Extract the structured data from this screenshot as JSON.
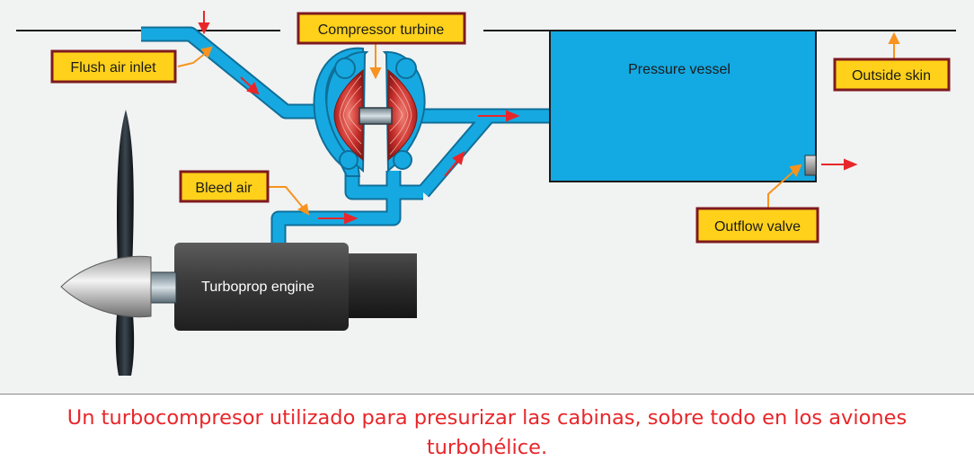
{
  "labels": {
    "compressor_turbine": "Compressor turbine",
    "flush_air_inlet": "Flush air inlet",
    "outside_skin": "Outside skin",
    "bleed_air": "Bleed air",
    "outflow_valve": "Outflow valve",
    "pressure_vessel": "Pressure vessel",
    "turboprop_engine": "Turboprop engine"
  },
  "caption": {
    "line1": "Un turbocompresor utilizado para presurizar las cabinas, sobre todo en los aviones",
    "line2": "turbohélice."
  },
  "colors": {
    "duct_fill": "#16a9e1",
    "duct_outline": "#0f6f99",
    "vessel_fill": "#13a9e2",
    "callout_fill": "#ffd11a",
    "callout_border": "#7e1a1f",
    "leader_line": "#f7931e",
    "flow_arrow": "#e8262a",
    "engine_body": "#3a3a3a",
    "background": "#f1f2f2",
    "caption_text": "#e8262a"
  }
}
